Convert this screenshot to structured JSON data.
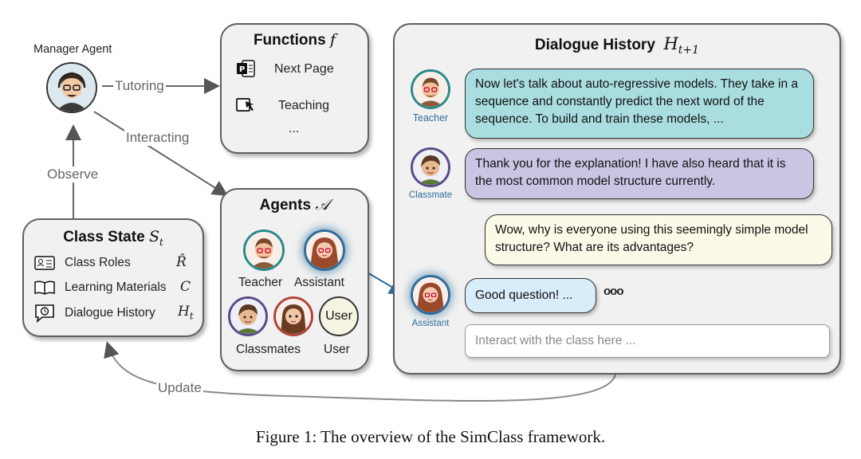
{
  "manager": {
    "label": "Manager Agent"
  },
  "arrows": {
    "tutoring": "Tutoring",
    "interacting": "Interacting",
    "observe": "Observe",
    "update": "Update"
  },
  "functions": {
    "title": "Functions",
    "symbol": "f",
    "items": [
      {
        "icon": "powerpoint-icon",
        "label": "Next Page"
      },
      {
        "icon": "teaching-icon",
        "label": "Teaching"
      },
      {
        "label": "..."
      }
    ]
  },
  "class_state": {
    "title": "Class State",
    "symbol": "S",
    "symbol_sub": "t",
    "items": [
      {
        "icon": "id-card-icon",
        "label": "Class Roles",
        "symbol": "R̂"
      },
      {
        "icon": "book-icon",
        "label": "Learning Materials",
        "symbol": "C"
      },
      {
        "icon": "chat-history-icon",
        "label": "Dialogue History",
        "symbol": "H",
        "symbol_sub": "t"
      }
    ]
  },
  "agents": {
    "title": "Agents",
    "symbol": "𝒜",
    "teacher": "Teacher",
    "assistant": "Assistant",
    "classmates": "Classmates",
    "user": "User",
    "user_circle": "User"
  },
  "dialogue": {
    "title": "Dialogue History",
    "symbol": "H",
    "symbol_sub": "t+1",
    "messages": [
      {
        "speaker": "Teacher",
        "text": "Now let's talk about auto-regressive models. They take in a sequence and constantly predict the next word of the sequence. To build and train these models, ...",
        "color": "#a9dde0"
      },
      {
        "speaker": "Classmate",
        "text": "Thank you for the explanation! I have also heard that it is the most common model structure currently.",
        "color": "#c9c6e4"
      },
      {
        "speaker": "",
        "text": "Wow, why is everyone using this seemingly simple model structure? What are its advantages?",
        "color": "#fbf9e8"
      },
      {
        "speaker": "Assistant",
        "text": "Good question! ...",
        "color": "#d9ecfa"
      }
    ],
    "typing": "ooo",
    "input_placeholder": "Interact with the class here ..."
  },
  "caption": "Figure 1: The overview of the SimClass framework."
}
